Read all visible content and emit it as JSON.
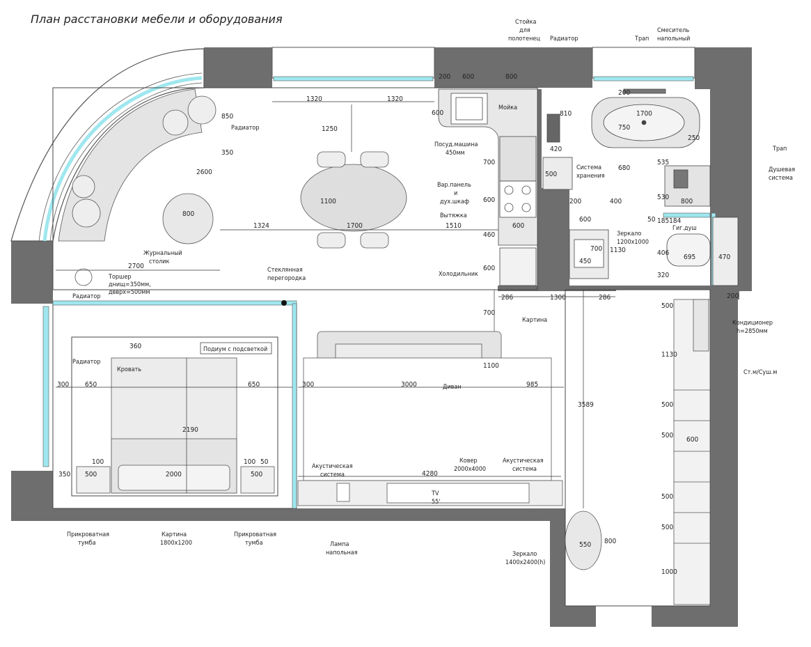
{
  "title": "План расстановки мебели и оборудования",
  "colors": {
    "wall": "#6e6e6e",
    "glass": "#9fe7ee",
    "furniture": "#d9d9d9",
    "line": "#444444",
    "accent": "#1a1a1a"
  },
  "labels": {
    "towel_rack": [
      "Стойка",
      "для",
      "полотенец"
    ],
    "radiator": "Радиатор",
    "mixer": [
      "Смеситель",
      "напольный"
    ],
    "drain": "Трап",
    "sink": "Мойка",
    "dishwasher": [
      "Посуд.машина",
      "450мм"
    ],
    "hob_oven": [
      "Вар.панель",
      "и",
      "дух.шкаф"
    ],
    "hood": "Вытяжка",
    "fridge": "Холодильник",
    "storage": [
      "Система",
      "хранения"
    ],
    "mirror_bath": [
      "Зеркало",
      "1200х1000"
    ],
    "shower": [
      "Душевая",
      "система"
    ],
    "hyg_shower": "Гиг.душ",
    "coffee_table": [
      "Журнальный",
      "столик"
    ],
    "floor_lamp_top": [
      "Торшер",
      "днищ=350мм,",
      "двврх=500мм"
    ],
    "glass_partition": [
      "Стеклянная",
      "перегородка"
    ],
    "painting": "Картина",
    "ac": [
      "Кондиционер",
      "h=2850мм"
    ],
    "washer": "Ст.м/Суш.м",
    "podium": "Подиум с подсветкой",
    "bed": "Кровать",
    "sofa": "Диван",
    "carpet": [
      "Ковер",
      "2000х4000"
    ],
    "acoustic": [
      "Акустическая",
      "система"
    ],
    "tv": [
      "TV",
      "55'"
    ],
    "bedside": [
      "Прикроватная",
      "тумба"
    ],
    "painting_bed": [
      "Картина",
      "1800х1200"
    ],
    "floor_lamp": [
      "Лампа",
      "напольная"
    ],
    "mirror_hall": [
      "Зеркало",
      "1400х2400(h)"
    ]
  },
  "dimensions": {
    "w1320a": "1320",
    "w1320b": "1320",
    "k200": "200",
    "k600": "600",
    "k800": "800",
    "k600v": "600",
    "r850": "850",
    "r350": "350",
    "t1250": "1250",
    "d2600": "2600",
    "t1100": "1100",
    "h1324": "1324",
    "h1700": "1700",
    "h1510": "1510",
    "ct800": "800",
    "h2700": "2700",
    "k700a": "700",
    "k600b": "600",
    "k460": "460",
    "k600c": "600",
    "k700b": "700",
    "b200": "200",
    "b810": "810",
    "b1700": "1700",
    "b750": "750",
    "b250": "250",
    "b420": "420",
    "b500": "500",
    "b680": "680",
    "b535": "535",
    "b200b": "200",
    "b400": "400",
    "b600": "600",
    "b800": "800",
    "b530": "530",
    "b50": "50",
    "b185184": "185184",
    "b700": "700",
    "b450": "450",
    "b1130": "1130",
    "b406": "406",
    "b320": "320",
    "b695": "695",
    "b470": "470",
    "c286a": "286",
    "c1300": "1300",
    "c286b": "286",
    "c200": "200",
    "p360": "360",
    "p300": "300",
    "p650a": "650",
    "p650b": "650",
    "p2190": "2190",
    "p100a": "100",
    "p100b": "100",
    "p50": "50",
    "p350": "350",
    "p500a": "500",
    "p2000": "2000",
    "p500b": "500",
    "s300": "300",
    "s3000": "3000",
    "s985": "985",
    "s1100": "1100",
    "s3589": "3589",
    "s4280": "4280",
    "s700": "700",
    "e500a": "500",
    "e1130": "1130",
    "e500b": "500",
    "e500c": "500",
    "e600": "600",
    "e500d": "500",
    "e500e": "500",
    "e1000": "1000",
    "m550": "550",
    "m800": "800"
  }
}
